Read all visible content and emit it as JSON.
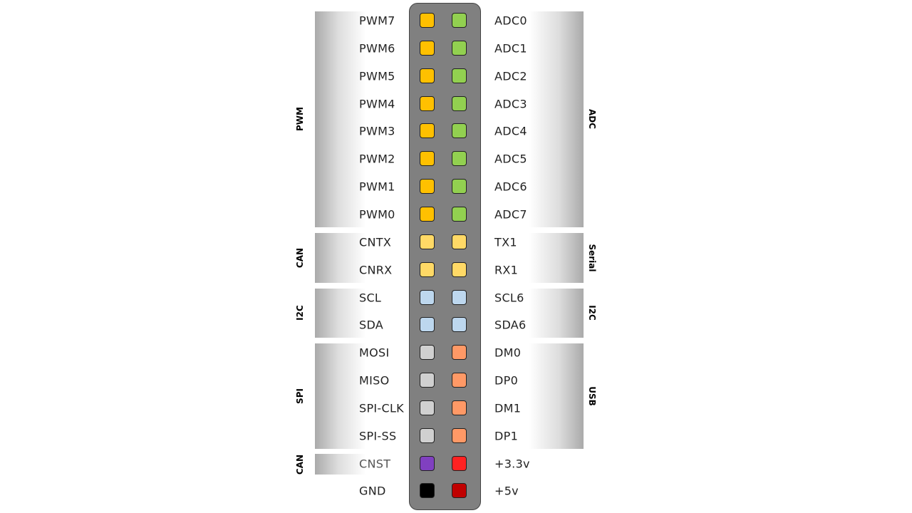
{
  "left_groups": [
    {
      "label": "PWM",
      "rows": [
        0,
        7
      ]
    },
    {
      "label": "CAN",
      "rows": [
        8,
        9
      ]
    },
    {
      "label": "I2C",
      "rows": [
        10,
        11
      ]
    },
    {
      "label": "SPI",
      "rows": [
        12,
        15
      ]
    },
    {
      "label": "CAN",
      "rows": [
        16,
        16
      ]
    }
  ],
  "right_groups": [
    {
      "label": "ADC",
      "rows": [
        0,
        7
      ]
    },
    {
      "label": "Serial",
      "rows": [
        8,
        9
      ]
    },
    {
      "label": "I2C",
      "rows": [
        10,
        11
      ]
    },
    {
      "label": "USB",
      "rows": [
        12,
        15
      ]
    }
  ],
  "pins": [
    {
      "left": "PWM7",
      "right": "ADC0",
      "lc": "#FFC000",
      "rc": "#92D050"
    },
    {
      "left": "PWM6",
      "right": "ADC1",
      "lc": "#FFC000",
      "rc": "#92D050"
    },
    {
      "left": "PWM5",
      "right": "ADC2",
      "lc": "#FFC000",
      "rc": "#92D050"
    },
    {
      "left": "PWM4",
      "right": "ADC3",
      "lc": "#FFC000",
      "rc": "#92D050"
    },
    {
      "left": "PWM3",
      "right": "ADC4",
      "lc": "#FFC000",
      "rc": "#92D050"
    },
    {
      "left": "PWM2",
      "right": "ADC5",
      "lc": "#FFC000",
      "rc": "#92D050"
    },
    {
      "left": "PWM1",
      "right": "ADC6",
      "lc": "#FFC000",
      "rc": "#92D050"
    },
    {
      "left": "PWM0",
      "right": "ADC7",
      "lc": "#FFC000",
      "rc": "#92D050"
    },
    {
      "left": "CNTX",
      "right": "TX1",
      "lc": "#FFD966",
      "rc": "#FFD966"
    },
    {
      "left": "CNRX",
      "right": "RX1",
      "lc": "#FFD966",
      "rc": "#FFD966"
    },
    {
      "left": "SCL",
      "right": "SCL6",
      "lc": "#BDD7EE",
      "rc": "#BDD7EE"
    },
    {
      "left": "SDA",
      "right": "SDA6",
      "lc": "#BDD7EE",
      "rc": "#BDD7EE"
    },
    {
      "left": "MOSI",
      "right": "DM0",
      "lc": "#D0D0D0",
      "rc": "#FF9966"
    },
    {
      "left": "MISO",
      "right": "DP0",
      "lc": "#D0D0D0",
      "rc": "#FF9966"
    },
    {
      "left": "SPI-CLK",
      "right": "DM1",
      "lc": "#D0D0D0",
      "rc": "#FF9966"
    },
    {
      "left": "SPI-SS",
      "right": "DP1",
      "lc": "#D0D0D0",
      "rc": "#FF9966"
    },
    {
      "left": "CNST",
      "right": "+3.3v",
      "lc": "#8040C0",
      "rc": "#FF2222"
    },
    {
      "left": "GND",
      "right": "+5v",
      "lc": "#000000",
      "rc": "#C00000"
    }
  ]
}
